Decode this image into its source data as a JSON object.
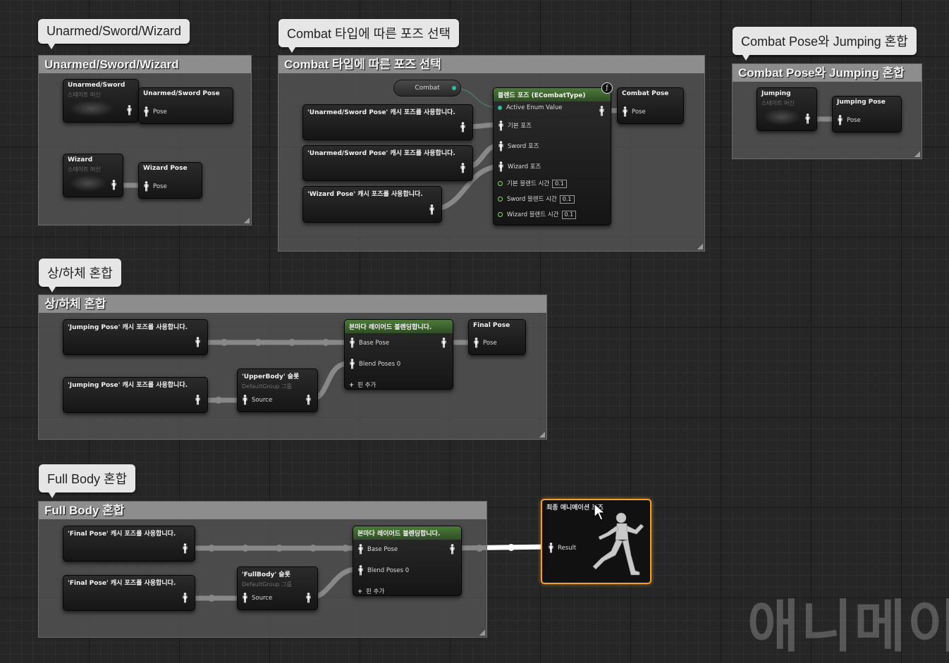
{
  "colors": {
    "exec_wire": "#ffffff",
    "enum_wire": "#2fbf9f",
    "blend_header": "#4d7a3a",
    "final_border": "#f2a12e",
    "float_pin": "#8fd96a"
  },
  "comments": {
    "c1": {
      "bubble": "Unarmed/Sword/Wizard",
      "header": "Unarmed/Sword/Wizard"
    },
    "c2": {
      "bubble": "Combat 타입에 따른 포즈 선택",
      "header": "Combat 타입에 따른 포즈 선택"
    },
    "c3": {
      "bubble": "Combat Pose와 Jumping 혼합",
      "header": "Combat Pose와 Jumping 혼합"
    },
    "c4": {
      "bubble": "상/하체 혼합",
      "header": "상/하체 혼합"
    },
    "c5": {
      "bubble": "Full Body 혼합",
      "header": "Full Body 혼합"
    }
  },
  "nodes": {
    "state_unarmed": {
      "title": "Unarmed/Sword",
      "sub": "스테이트 머신"
    },
    "save_unarmed": {
      "title": "Unarmed/Sword Pose",
      "pin": "Pose"
    },
    "state_wizard": {
      "title": "Wizard",
      "sub": "스테이트 머신"
    },
    "save_wizard": {
      "title": "Wizard Pose",
      "pin": "Pose"
    },
    "combat_var": {
      "label": "Combat"
    },
    "use_unarmed_1": {
      "title": "'Unarmed/Sword Pose' 캐시 포즈를 사용합니다."
    },
    "use_unarmed_2": {
      "title": "'Unarmed/Sword Pose' 캐시 포즈를 사용합니다."
    },
    "use_wizard": {
      "title": "'Wizard Pose' 캐시 포즈를 사용합니다."
    },
    "blend_enum": {
      "title": "블렌드 포즈 (ECombatType)",
      "active_enum": "Active Enum Value",
      "pose_base": "기본 포즈",
      "pose_sword": "Sword 포즈",
      "pose_wizard": "Wizard 포즈",
      "blend_base": "기본 블렌드 시간",
      "blend_sword": "Sword 블렌드 시간",
      "blend_wizard": "Wizard 블렌드 시간",
      "blend_base_val": "0.1",
      "blend_sword_val": "0.1",
      "blend_wizard_val": "0.1"
    },
    "save_combat": {
      "title": "Combat Pose",
      "pin": "Pose"
    },
    "state_jumping": {
      "title": "Jumping",
      "sub": "스테이트 머신"
    },
    "save_jumping": {
      "title": "Jumping Pose",
      "pin": "Pose"
    },
    "use_jump_1": {
      "title": "'Jumping Pose' 캐시 포즈를 사용합니다."
    },
    "use_jump_2": {
      "title": "'Jumping Pose' 캐시 포즈를 사용합니다."
    },
    "upper_slot": {
      "title": "'UpperBody' 슬롯",
      "sub": "DefaultGroup 그룹",
      "pin": "Source"
    },
    "layer_blend_1": {
      "title": "본마다 레이어드 블렌딩합니다.",
      "base": "Base Pose",
      "blend": "Blend Poses 0",
      "add": "핀 추가"
    },
    "save_final": {
      "title": "Final Pose",
      "pin": "Pose"
    },
    "use_final_1": {
      "title": "'Final Pose' 캐시 포즈를 사용합니다."
    },
    "use_final_2": {
      "title": "'Final Pose' 캐시 포즈를 사용합니다."
    },
    "full_slot": {
      "title": "'FullBody' 슬롯",
      "sub": "DefaultGroup 그룹",
      "pin": "Source"
    },
    "layer_blend_2": {
      "title": "본마다 레이어드 블렌딩합니다.",
      "base": "Base Pose",
      "blend": "Blend Poses 0",
      "add": "핀 추가"
    },
    "output_pose": {
      "title": "최종 애니메이션 포즈",
      "pin": "Result"
    }
  },
  "watermark": "애니메이"
}
